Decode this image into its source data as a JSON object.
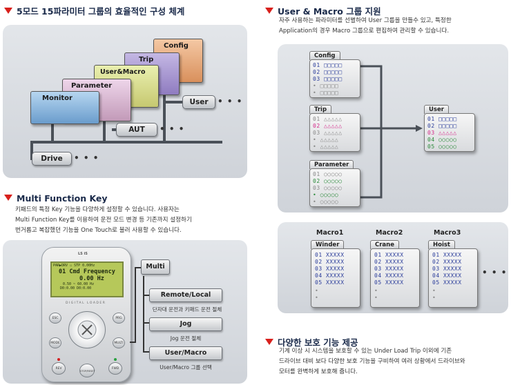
{
  "sections": {
    "mode_groups": {
      "title": "5모드 15파라미터 그룹의 효율적인 구성 체계"
    },
    "user_macro": {
      "title": "User & Macro 그룹 지원",
      "desc": [
        "자주 사용하는 파라미터를 선별하여 User 그룹을 만들수 있고, 특정한",
        "Application의 경우 Macro 그룹으로 편집하여 관리할 수 있습니다."
      ]
    },
    "multi_function": {
      "title": "Multi Function Key",
      "desc": [
        "키패드의 특정 Key 기능을 다양하게 설정할 수 있습니다. 사용자는",
        "Multi Function Key를 이용하여 운전 모드 변경 등 기존까지 설정하기",
        "번거롭고 복잡했던 기능을 One Touch로 불러 사용할 수 있습니다."
      ]
    },
    "protection": {
      "title": "다양한 보호 기능 제공",
      "desc": [
        "기계 이상 시 시스템을 보호할 수 있는 Under Load Trip 이외에 기존",
        "드라이브 대비 보다 다양한 보호 기능을 구비하여 여러 상황에서 드라이브와",
        "모터를 완벽하게 보호해 줍니다."
      ]
    }
  },
  "mode_diagram": {
    "folders": [
      "Monitor",
      "Parameter",
      "User&Macro",
      "Trip",
      "Config"
    ],
    "chips": {
      "user": "User",
      "aut": "AUT",
      "drive": "Drive"
    },
    "ellipsis": "• • •"
  },
  "group_cards": {
    "config": {
      "label": "Config",
      "rows": [
        "01 □□□□□",
        "02 □□□□□",
        "03 □□□□□",
        " •  □□□□□",
        " •  □□□□□"
      ]
    },
    "trip": {
      "label": "Trip",
      "rows": [
        "01 △△△△△",
        "02 △△△△△",
        "03 △△△△△",
        " •  △△△△△",
        " •  △△△△△"
      ]
    },
    "parameter": {
      "label": "Parameter",
      "rows": [
        "01 ○○○○○",
        "02 ○○○○○",
        "03 ○○○○○",
        " •  ○○○○○",
        " •  ○○○○○"
      ]
    },
    "user": {
      "label": "User",
      "rows": [
        "01 □□□□□",
        "02 □□□□□",
        "03 △△△△△",
        "04 ○○○○○",
        "05 ○○○○○"
      ]
    }
  },
  "macros": [
    {
      "label": "Macro1",
      "name": "Winder",
      "rows": [
        "01 XXXXX",
        "02 XXXXX",
        "03 XXXXX",
        "04 XXXXX",
        "05 XXXXX",
        " •",
        " •"
      ]
    },
    {
      "label": "Macro2",
      "name": "Crane",
      "rows": [
        "01 XXXXX",
        "02 XXXXX",
        "03 XXXXX",
        "04 XXXXX",
        "05 XXXXX",
        " •",
        " •"
      ]
    },
    {
      "label": "Macro3",
      "name": "Hoist",
      "rows": [
        "01 XXXXX",
        "02 XXXXX",
        "03 XXXXX",
        "04 XXXXX",
        "05 XXXXX",
        " •",
        " •"
      ]
    }
  ],
  "macro_ellipsis": "• • •",
  "keypad": {
    "model": "LS iS",
    "lcd_lines": [
      "PAR▶DRV ☐ STP  0.00Hz",
      "01 Cmd Frequency",
      "0.00 Hz",
      "0.50 ~ 60.00 Hz",
      "D0:0.00    D0:0.00"
    ],
    "brand": "DIGITAL LOADER",
    "keys": {
      "esc": "ESC",
      "mode": "MODE",
      "prg": "PRG",
      "multi": "MULTI",
      "rev": "REV",
      "stop": "STOP/RESET",
      "fwd": "FWD"
    }
  },
  "multi_diagram": {
    "multi": "Multi",
    "options": [
      {
        "label": "Remote/Local",
        "caption": "단자대 운전과 키패드 운전 절체"
      },
      {
        "label": "Jog",
        "caption": "Jog 운전 절체"
      },
      {
        "label": "User/Macro",
        "caption": "User/Macro 그룹 선택"
      }
    ]
  }
}
